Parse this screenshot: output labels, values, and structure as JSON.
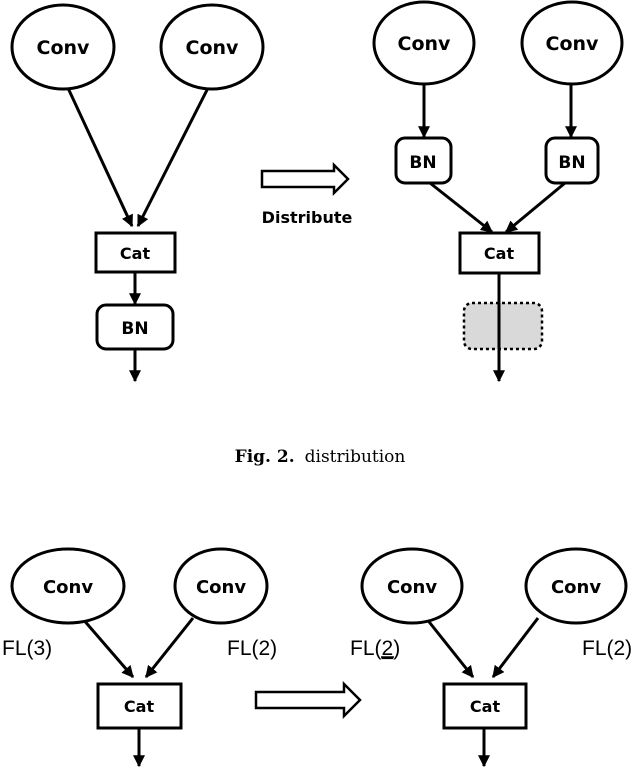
{
  "fig2": {
    "left": {
      "conv1": "Conv",
      "conv2": "Conv",
      "cat": "Cat",
      "bn": "BN"
    },
    "arrow_label": "Distribute",
    "right": {
      "conv1": "Conv",
      "conv2": "Conv",
      "bn1": "BN",
      "bn2": "BN",
      "cat": "Cat"
    },
    "caption": {
      "label": "Fig. 2.",
      "text": "distribution"
    }
  },
  "fig3": {
    "left": {
      "conv1": "Conv",
      "conv2": "Conv",
      "fl1": "FL(3)",
      "fl2": "FL(2)",
      "cat": "Cat"
    },
    "right": {
      "conv1": "Conv",
      "conv2": "Conv",
      "fl1_prefix": "FL(",
      "fl1_value": "2",
      "fl1_suffix": ")",
      "fl2": "FL(2)",
      "cat": "Cat"
    }
  },
  "colors": {
    "stroke": "#000000",
    "removed_fill": "#d9d9d9"
  }
}
